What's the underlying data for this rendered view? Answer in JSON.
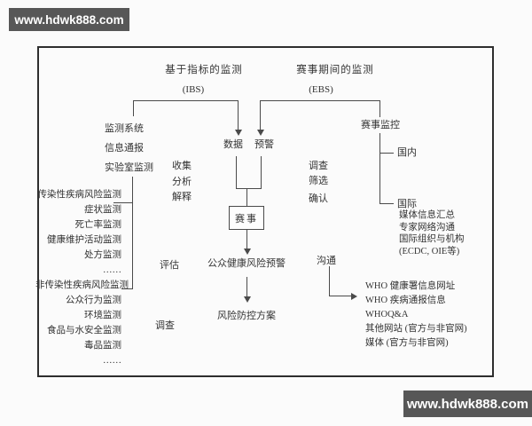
{
  "watermark": {
    "url": "www.hdwk888.com"
  },
  "header": {
    "ibs_title": "基于指标的监测",
    "ibs_abbr": "(IBS)",
    "ebs_title": "赛事期间的监测",
    "ebs_abbr": "(EBS)"
  },
  "left": {
    "sources": [
      "监测系统",
      "信息通报",
      "实验室监测"
    ],
    "monitor_list": [
      "传染性疾病风险监测",
      "症状监测",
      "死亡率监测",
      "健康维护活动监测",
      "处方监测",
      "……",
      "非传染性疾病风险监测",
      "公众行为监测",
      "环境监测",
      "食品与水安全监测",
      "毒品监测",
      "……"
    ]
  },
  "process": {
    "collect": "收集",
    "analyze": "分析",
    "interpret": "解释",
    "assess": "评估",
    "investigate": "调查"
  },
  "center": {
    "data": "数据",
    "warning": "预警",
    "event": "赛事",
    "public_health_warning": "公众健康风险预警",
    "risk_plan": "风险防控方案"
  },
  "right": {
    "steps": [
      "调查",
      "筛选",
      "确认"
    ],
    "event_monitoring": "赛事监控",
    "domestic": "国内",
    "international": "国际",
    "international_items": [
      "媒体信息汇总",
      "专家网络沟通",
      "国际组织与机构",
      "(ECDC, OIE等)"
    ],
    "communicate": "沟通",
    "who_items": [
      "WHO 健康署信息网址",
      "WHO 疾病通报信息",
      "WHOQ&A",
      "其他网站 (官方与非官网)",
      "媒体 (官方与非官网)"
    ]
  },
  "colors": {
    "line": "#4a4a4a",
    "text": "#333333",
    "frame": "#2e2e2e",
    "wm_bg": "#575757",
    "wm_text": "#ffffff",
    "bg": "#fbfbfb"
  }
}
